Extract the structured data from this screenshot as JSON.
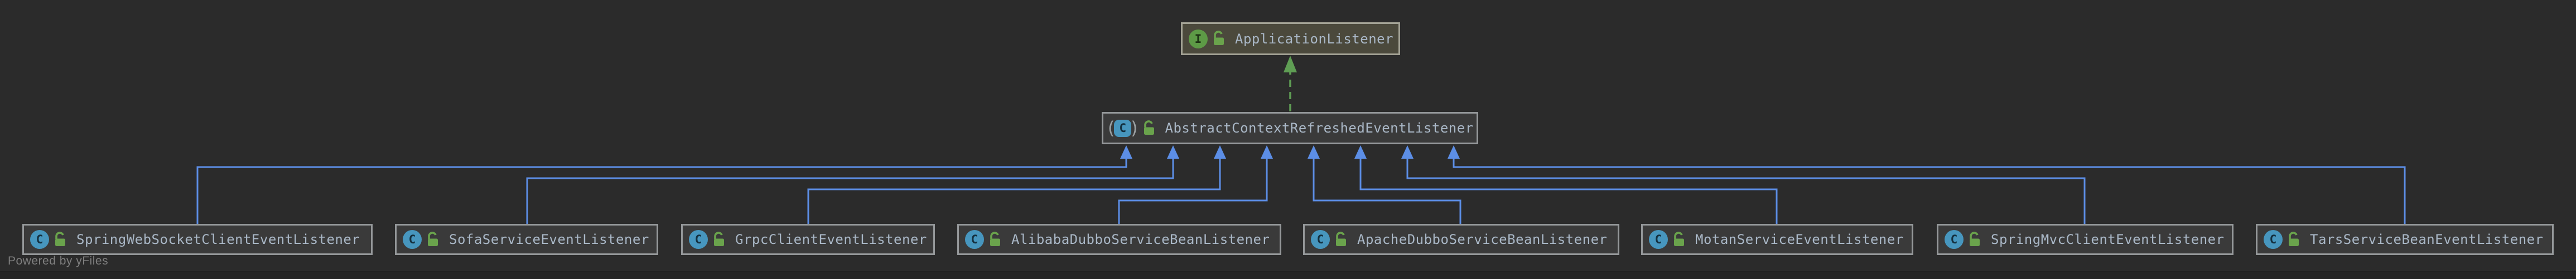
{
  "diagram": {
    "watermark": "Powered by yFiles",
    "icons": {
      "interface_letter": "I",
      "class_letter": "C",
      "abstract_letter": "C",
      "paren_open": "(",
      "paren_close": ")"
    },
    "colors": {
      "background": "#2b2b2b",
      "edge_blue": "#5c8ee6",
      "edge_green": "#5f9e54",
      "node_fill": "#3a3a3a",
      "interface_node_fill": "#4b493c",
      "node_border": "#95989a",
      "label_text": "#a9b7c6",
      "class_icon_fill": "#4796be",
      "interface_icon_fill": "#5d9a46",
      "lock_icon_fill": "#6aa34c",
      "watermark_text": "#7f7f7f"
    },
    "nodes": {
      "interface": {
        "label": "ApplicationListener",
        "kind": "interface"
      },
      "abstract": {
        "label": "AbstractContextRefreshedEventListener",
        "kind": "abstract class"
      },
      "classes": [
        {
          "label": "SpringWebSocketClientEventListener"
        },
        {
          "label": "SofaServiceEventListener"
        },
        {
          "label": "GrpcClientEventListener"
        },
        {
          "label": "AlibabaDubboServiceBeanListener"
        },
        {
          "label": "ApacheDubboServiceBeanListener"
        },
        {
          "label": "MotanServiceEventListener"
        },
        {
          "label": "SpringMvcClientEventListener"
        },
        {
          "label": "TarsServiceBeanEventListener"
        }
      ]
    },
    "edges": [
      {
        "from": "AbstractContextRefreshedEventListener",
        "to": "ApplicationListener",
        "type": "implements"
      },
      {
        "from": "SpringWebSocketClientEventListener",
        "to": "AbstractContextRefreshedEventListener",
        "type": "extends"
      },
      {
        "from": "SofaServiceEventListener",
        "to": "AbstractContextRefreshedEventListener",
        "type": "extends"
      },
      {
        "from": "GrpcClientEventListener",
        "to": "AbstractContextRefreshedEventListener",
        "type": "extends"
      },
      {
        "from": "AlibabaDubboServiceBeanListener",
        "to": "AbstractContextRefreshedEventListener",
        "type": "extends"
      },
      {
        "from": "ApacheDubboServiceBeanListener",
        "to": "AbstractContextRefreshedEventListener",
        "type": "extends"
      },
      {
        "from": "MotanServiceEventListener",
        "to": "AbstractContextRefreshedEventListener",
        "type": "extends"
      },
      {
        "from": "SpringMvcClientEventListener",
        "to": "AbstractContextRefreshedEventListener",
        "type": "extends"
      },
      {
        "from": "TarsServiceBeanEventListener",
        "to": "AbstractContextRefreshedEventListener",
        "type": "extends"
      }
    ]
  }
}
